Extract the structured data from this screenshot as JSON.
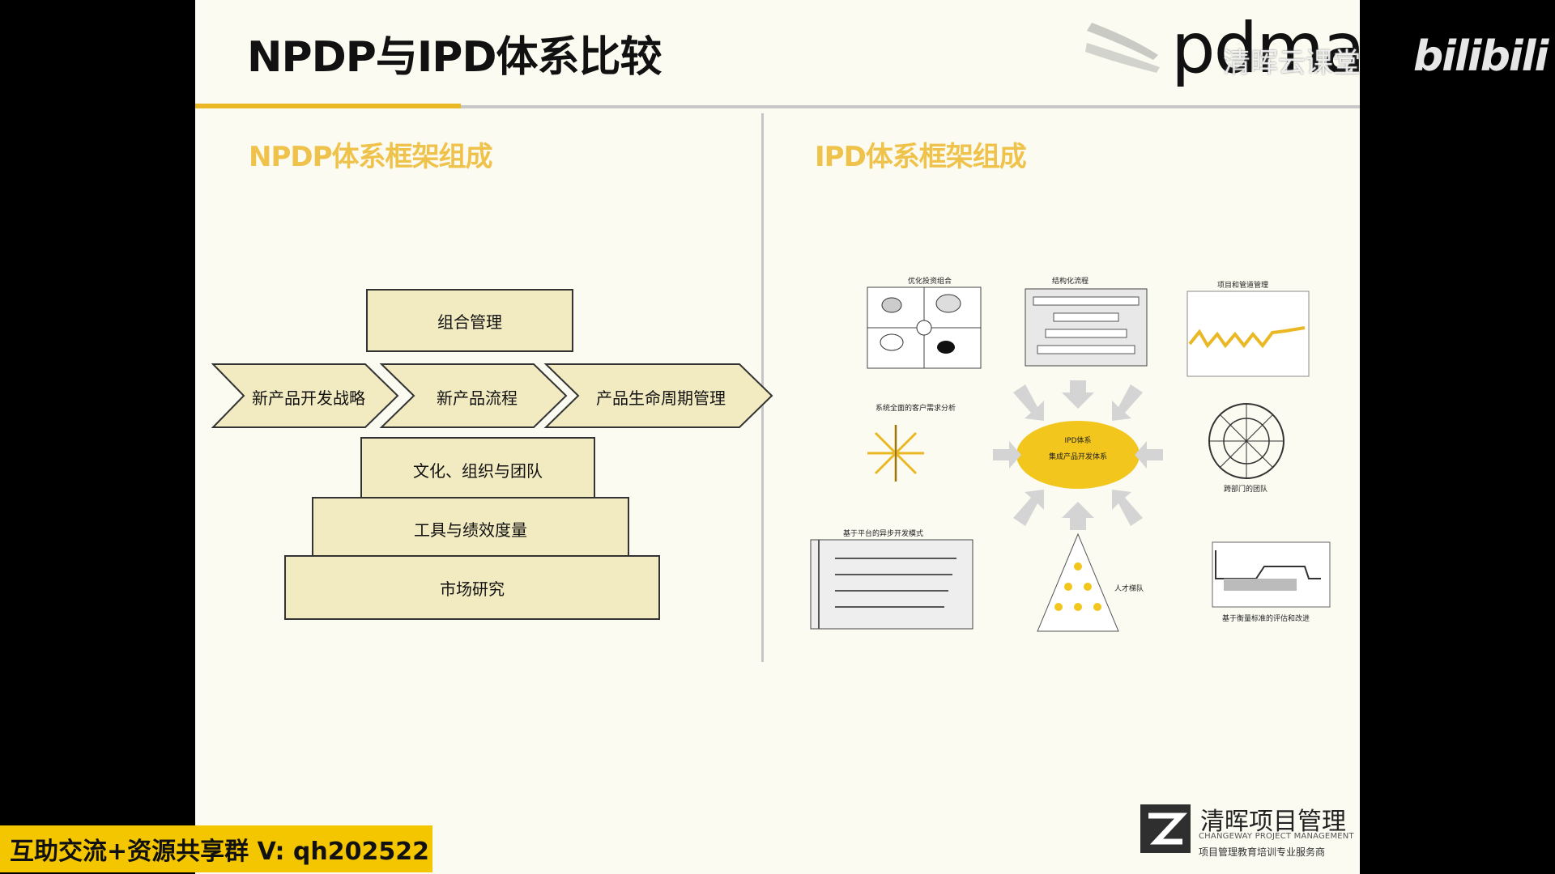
{
  "slide": {
    "title": "NPDP与IPD体系比较"
  },
  "npdp": {
    "heading": "NPDP体系框架组成",
    "top_box": "组合管理",
    "chevrons": [
      "新产品开发战略",
      "新产品流程",
      "产品生命周期管理"
    ],
    "pyramid": [
      "文化、组织与团队",
      "工具与绩效度量",
      "市场研究"
    ]
  },
  "ipd": {
    "heading": "IPD体系框架组成",
    "center_label": "IPD体系",
    "center_sublabel": "集成产品开发体系",
    "panels": {
      "portfolio": "优化投资组合",
      "structured": "结构化流程",
      "project": "项目和管道管理",
      "customer": "系统全面的客户需求分析",
      "cross_team": "跨部门的团队",
      "platform": "基于平台的异步开发模式",
      "talent": "人才梯队",
      "metrics": "基于衡量标准的评估和改进"
    },
    "accent_color": "#e9b824"
  },
  "watermarks": {
    "pdma": "pdma",
    "ketang": "清晖云课堂",
    "bilibili": "bilibili"
  },
  "brand": {
    "cn": "清晖项目管理",
    "en": "CHANGEWAY PROJECT MANAGEMENT",
    "sub": "项目管理教育培训专业服务商"
  },
  "banner": {
    "text": "互助交流+资源共享群 V: qh202522"
  }
}
